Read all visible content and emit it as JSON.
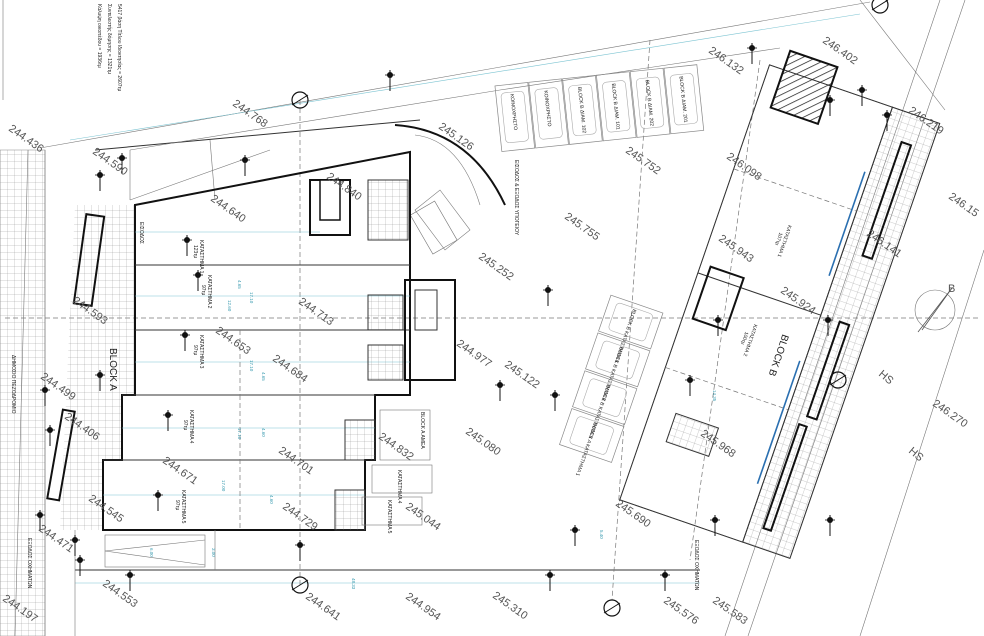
{
  "title_block": {
    "lines": [
      "5417 βάση Τίτλου Ιδιοκτησίας = 2607τμ",
      "Συντελεστής δόμησης = 1321τμ",
      "Κάλυψη οικοπέδου = 1936τμ"
    ]
  },
  "elevations": [
    "244.436",
    "244.590",
    "244.768",
    "245.126",
    "244.840",
    "244.640",
    "245.752",
    "246.132",
    "246.402",
    "246.219",
    "246.15",
    "246.141",
    "246.098",
    "245.755",
    "245.943",
    "245.252",
    "244.713",
    "244.977",
    "245.122",
    "244.593",
    "244.653",
    "244.684",
    "244.499",
    "244.406",
    "244.701",
    "244.832",
    "245.080",
    "244.671",
    "244.545",
    "244.729",
    "245.044",
    "245.968",
    "245.924",
    "245.690",
    "244.471",
    "244.197",
    "244.553",
    "244.641",
    "244.954",
    "245.310",
    "245.576",
    "245.583",
    "246.270"
  ],
  "block_a": {
    "name": "BLOCK A",
    "units": [
      {
        "name": "ΚΑΤΑΣΤΗΜΑ 1",
        "area": "123τμ"
      },
      {
        "name": "ΚΑΤΑΣΤΗΜΑ 2",
        "area": "97τμ"
      },
      {
        "name": "ΚΑΤΑΣΤΗΜΑ 3",
        "area": "97τμ"
      },
      {
        "name": "ΚΑΤΑΣΤΗΜΑ 4",
        "area": "97τμ"
      },
      {
        "name": "ΚΑΤΑΣΤΗΜΑ 5",
        "area": "97τμ"
      }
    ],
    "entrance": "ΕΙΣΟΔΟΣ"
  },
  "block_b": {
    "name": "BLOCK B",
    "units": [
      {
        "name": "ΚΑΤΑΣΤΗΜΑ 1",
        "area": "107τμ"
      },
      {
        "name": "ΚΑΤΑΣΤΗΜΑ 2",
        "area": "100τμ"
      }
    ]
  },
  "parking_top": [
    "ΚΟΙΝΟΧΡΗΣΤΟ",
    "ΚΟΙΝΟΧΡΗΣΤΟ",
    "BLOCK B ΔΙΑΜ. 102",
    "BLOCK B ΔΙΑΜ. 101",
    "BLOCK B ΔΙΑΜ. 202",
    "BLOCK B ΔΙΑΜ. 201"
  ],
  "parking_right": [
    "BLOCK B ΚΑΤΑΣΤΗΜΑ 1",
    "BLOCK B ΚΑΤΑΣΤΗΜΑ 2",
    "BLOCK B ΚΑΤΑΣΤΗΜΑ 3",
    "BLOCK A ΚΑΤΑΣΤΗΜΑ 1"
  ],
  "parking_mid": [
    "BLOCK A ΑΜΕΑ",
    "ΚΑΤΑΣΤΗΜΑ 4",
    "ΚΑΤΑΣΤΗΜΑ 5"
  ],
  "annotations": {
    "vehicle_exit": "ΕΞΟΔΟΣ ΟΧΗΜΑΤΩΝ",
    "underground_access": "ΕΙΣΟΔΟΣ & ΕΞΟΔΟΣ ΥΠΟΓΕΙΟΥ",
    "public_sidewalk": "ΔΗΜΟΣΙΟ ΠΕΖΟΔΡΟΜΙΟ",
    "hs": "HS",
    "north": "B"
  },
  "dimensions": [
    "12.60",
    "17.10",
    "4.65",
    "17.10",
    "4.65",
    "17.10",
    "4.60",
    "17.00",
    "4.60",
    "48.33",
    "6.00",
    "3.00",
    "14.35",
    "5.40"
  ]
}
